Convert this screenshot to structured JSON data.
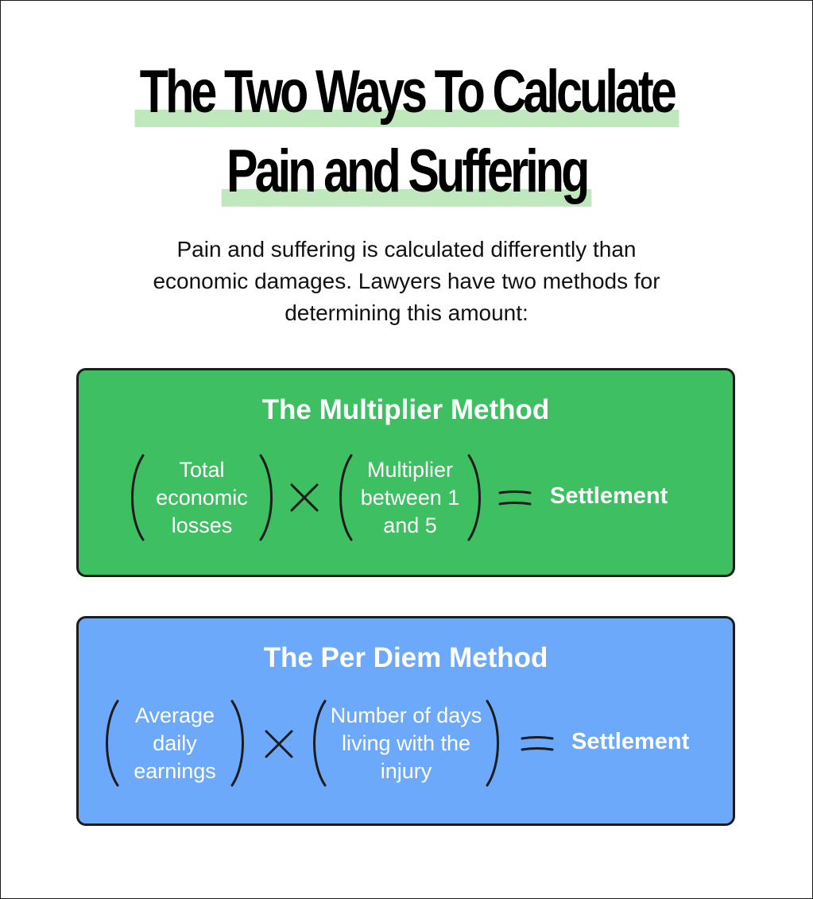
{
  "title": {
    "line1": "The Two Ways To Calculate",
    "line2": "Pain and Suffering",
    "highlight_color": "#bfe8bc"
  },
  "intro": "Pain and suffering is calculated differently than economic damages. Lawyers have two methods for determining this amount:",
  "methods": [
    {
      "title": "The Multiplier Method",
      "color": "#3dbf62",
      "term1": "Total economic losses",
      "operator": "×",
      "term2": "Multiplier between 1 and 5",
      "equals": "=",
      "result": "Settlement"
    },
    {
      "title": "The Per Diem Method",
      "color": "#6da9fb",
      "term1": "Average daily earnings",
      "operator": "×",
      "term2": "Number of days living with the injury",
      "equals": "=",
      "result": "Settlement"
    }
  ]
}
